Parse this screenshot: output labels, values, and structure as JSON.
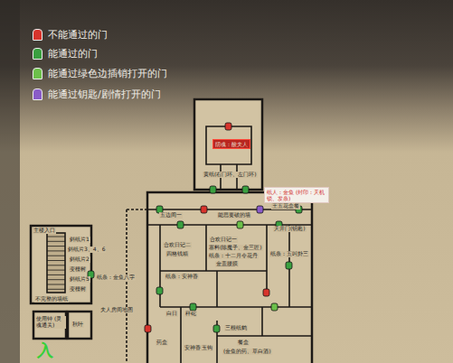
{
  "diagram": {
    "nodes": [
      {
        "text": [
          "阴魂：酸夫人"
        ]
      },
      {
        "text": [
          "纸人：金鱼 (封印：天机锁、发条)"
        ]
      }
    ],
    "labels": [
      "黄纸(右门环、左门环)",
      "王五花盒餐",
      "五边间一",
      "能思要破的墙",
      "天井门(钥匙)",
      "合欢日记二",
      "四格钱箱",
      "合欢日记一",
      "塞料(除魔子、金三匠)",
      "纸条：十二月令花丹",
      "金盖腰膜",
      "纸条：安神香",
      "纸条：五叫卦三",
      "纸条：金鱼八字",
      "夫人房间地图",
      "白日",
      "秤砣",
      "三根纸鹤",
      "药盒",
      "安神香",
      "玉钩",
      "餐盒",
      "(金鱼的药、草白酒)",
      "主楼入口",
      "斜纸片1",
      "斜纸片3、4、6",
      "斜纸片2",
      "变檀树",
      "斜纸片5",
      "变檀树",
      "不完整的墙纸",
      "使用钟 (灵魂通关)",
      "秋叶",
      "入"
    ],
    "legend": [
      {
        "text": "不能通过的门",
        "color": "#d8342c"
      },
      {
        "text": "能通过的门",
        "color": "#3aa040"
      },
      {
        "text": "能通过绿色边插销打开的门",
        "color": "#6cc04a"
      },
      {
        "text": "能通过钥匙/剧情打开的门",
        "color": "#8a5cc8"
      }
    ]
  }
}
